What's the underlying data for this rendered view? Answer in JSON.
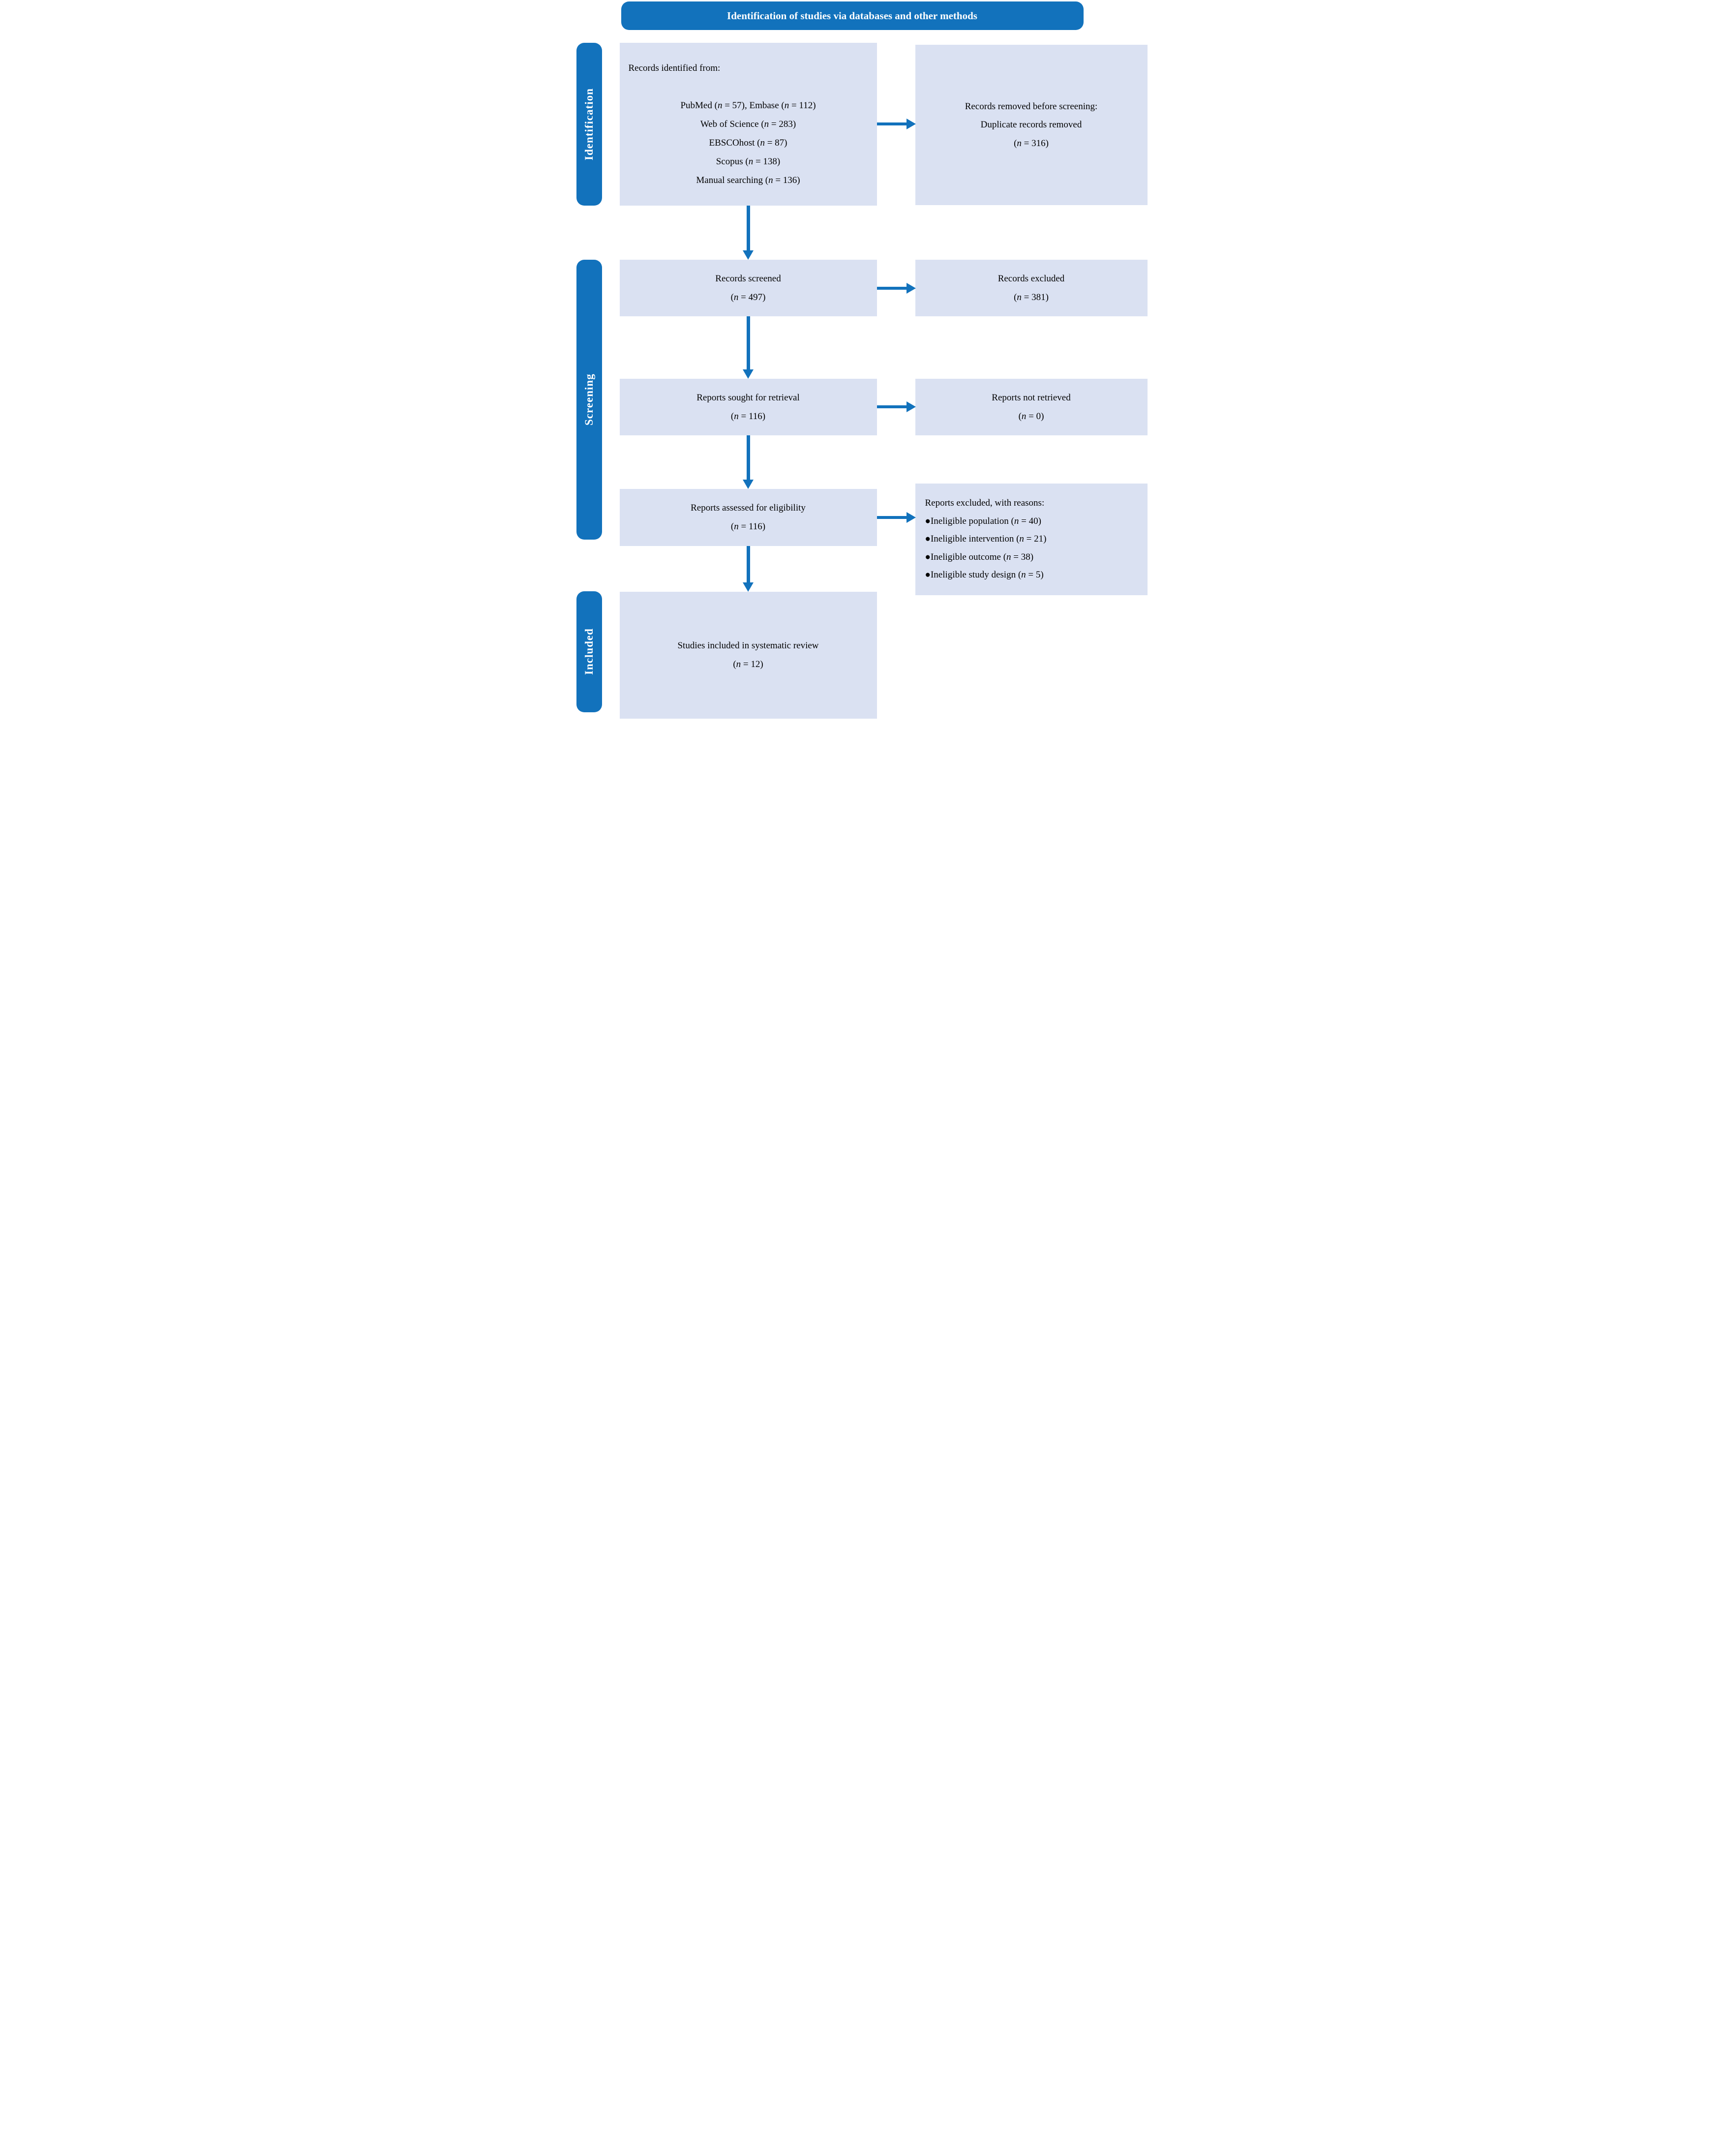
{
  "banner": {
    "title": "Identification of studies via databases and other methods"
  },
  "stages": {
    "identification": "Identification",
    "screening": "Screening",
    "included": "Included"
  },
  "colors": {
    "accent": "#1272bc",
    "box_fill": "#dae1f2",
    "text": "#000000",
    "banner_text": "#ffffff"
  },
  "boxes": {
    "records_identified": {
      "title": "Records identified from:",
      "sources": [
        "PubMed (n = 57), Embase (n = 112)",
        "Web of Science (n = 283)",
        "EBSCOhost (n = 87)",
        "Scopus (n = 138)",
        "Manual searching (n = 136)"
      ]
    },
    "records_removed": {
      "lines": [
        "Records removed before screening:",
        "Duplicate records removed",
        "(n = 316)"
      ]
    },
    "records_screened": {
      "lines": [
        "Records screened",
        "(n = 497)"
      ]
    },
    "records_excluded": {
      "lines": [
        "Records excluded",
        "(n = 381)"
      ]
    },
    "reports_sought": {
      "lines": [
        "Reports sought for retrieval",
        "(n = 116)"
      ]
    },
    "reports_not_retrieved": {
      "lines": [
        "Reports not retrieved",
        "(n = 0)"
      ]
    },
    "reports_assessed": {
      "lines": [
        "Reports assessed for eligibility",
        "(n = 116)"
      ]
    },
    "reports_excluded": {
      "title": "Reports excluded, with reasons:",
      "reasons": [
        "●Ineligible population (n = 40)",
        "●Ineligible intervention (n = 21)",
        "●Ineligible outcome (n = 38)",
        "●Ineligible study design (n = 5)"
      ]
    },
    "studies_included": {
      "lines": [
        "Studies included in systematic review",
        "(n = 12)"
      ]
    }
  }
}
